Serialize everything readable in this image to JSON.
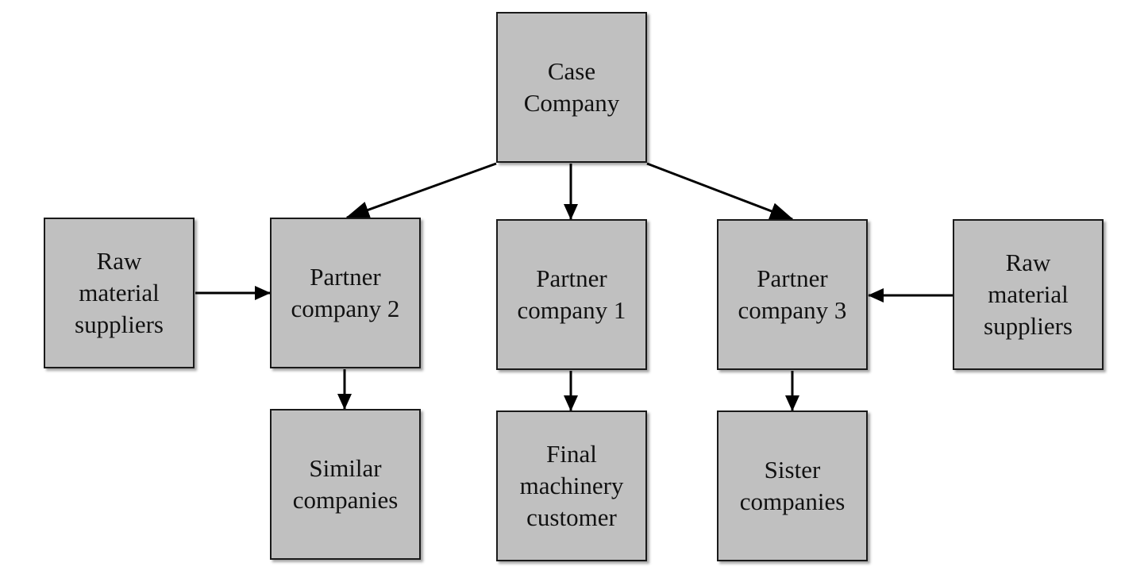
{
  "nodes": {
    "case_company": "Case\nCompany",
    "raw_material_suppliers_left": "Raw\nmaterial\nsuppliers",
    "partner_company_2": "Partner\ncompany 2",
    "partner_company_1": "Partner\ncompany 1",
    "partner_company_3": "Partner\ncompany 3",
    "raw_material_suppliers_right": "Raw\nmaterial\nsuppliers",
    "similar_companies": "Similar\ncompanies",
    "final_machinery_customer": "Final\nmachinery\ncustomer",
    "sister_companies": "Sister\ncompanies"
  },
  "colors": {
    "node_fill": "#c0c0c0",
    "node_border": "#1a1a1a",
    "arrow": "#000000"
  }
}
